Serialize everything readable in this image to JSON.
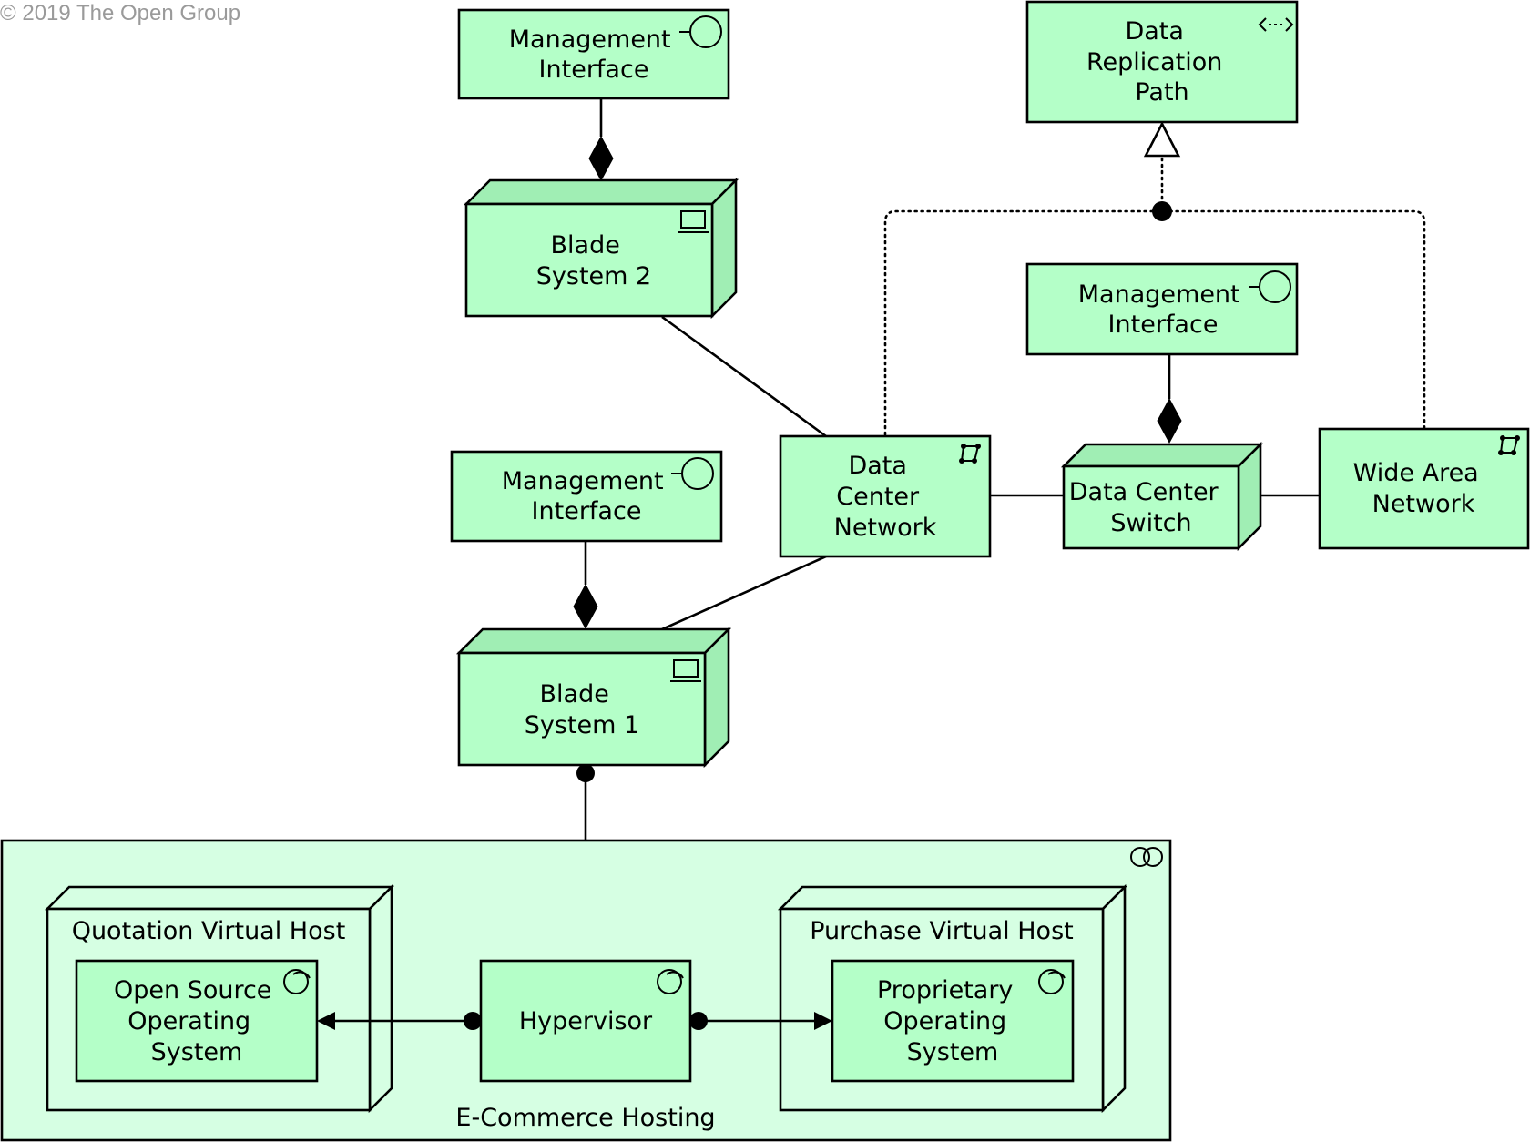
{
  "copyright": "© 2019 The Open Group",
  "elements": {
    "mgmt_interface_top": [
      "Management",
      "Interface"
    ],
    "blade_system_2": [
      "Blade",
      "System 2"
    ],
    "data_replication_path": [
      "Data",
      "Replication",
      "Path"
    ],
    "mgmt_interface_right": [
      "Management",
      "Interface"
    ],
    "mgmt_interface_mid": [
      "Management",
      "Interface"
    ],
    "data_center_network": [
      "Data",
      "Center",
      "Network"
    ],
    "data_center_switch": [
      "Data Center",
      "Switch"
    ],
    "wide_area_network": [
      "Wide Area",
      "Network"
    ],
    "blade_system_1": [
      "Blade",
      "System 1"
    ],
    "ecommerce_hosting": "E-Commerce Hosting",
    "quotation_virtual_host": "Quotation Virtual Host",
    "open_source_os": [
      "Open Source",
      "Operating",
      "System"
    ],
    "hypervisor": "Hypervisor",
    "purchase_virtual_host": "Purchase Virtual Host",
    "proprietary_os": [
      "Proprietary",
      "Operating",
      "System"
    ]
  },
  "colors": {
    "technology_fill": "#b4ffc8",
    "grouping_fill": "#d6ffe3"
  }
}
